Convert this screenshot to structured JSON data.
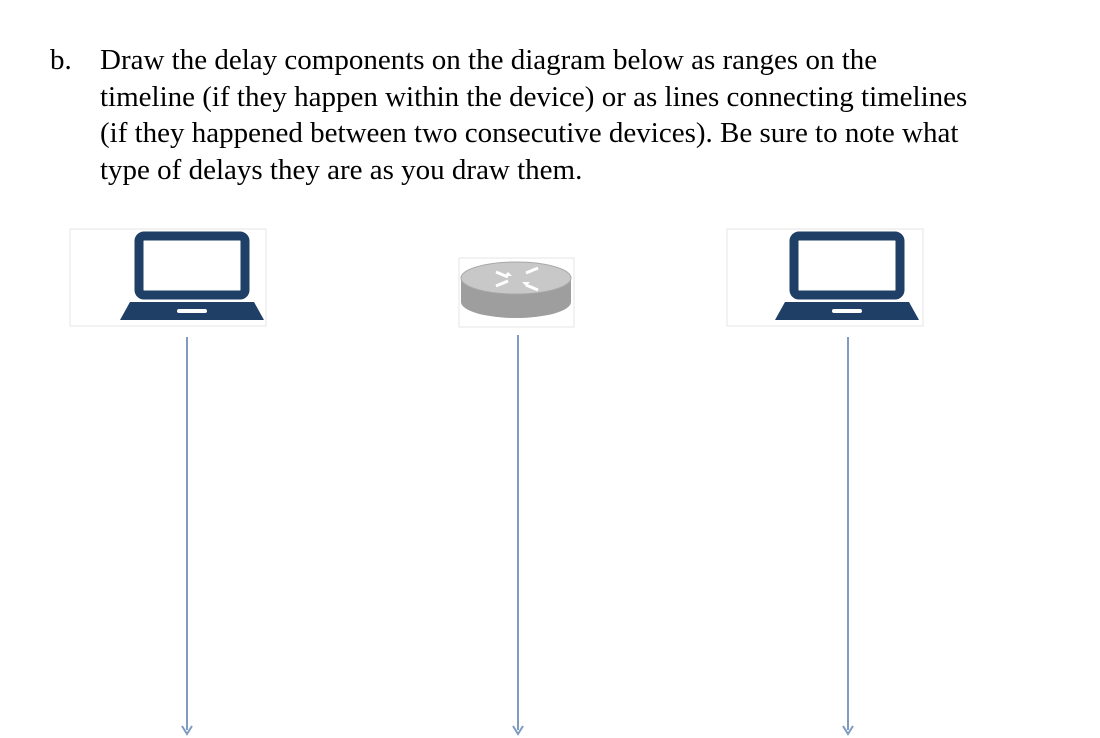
{
  "question": {
    "label": "b.",
    "lines": [
      "Draw the delay components on the diagram below as ranges on the",
      "timeline (if they happen within the device) or as lines connecting timelines",
      "(if they happened between two consecutive devices). Be sure to note what",
      "type of delays they are as you draw them."
    ]
  },
  "diagram": {
    "devices": [
      {
        "icon": "laptop-icon"
      },
      {
        "icon": "router-icon"
      },
      {
        "icon": "laptop-icon"
      }
    ]
  },
  "colors": {
    "laptop": "#1f3f66",
    "router_body": "#9e9e9e",
    "router_top": "#c8c8c8",
    "timeline": "#7f9bbf"
  }
}
